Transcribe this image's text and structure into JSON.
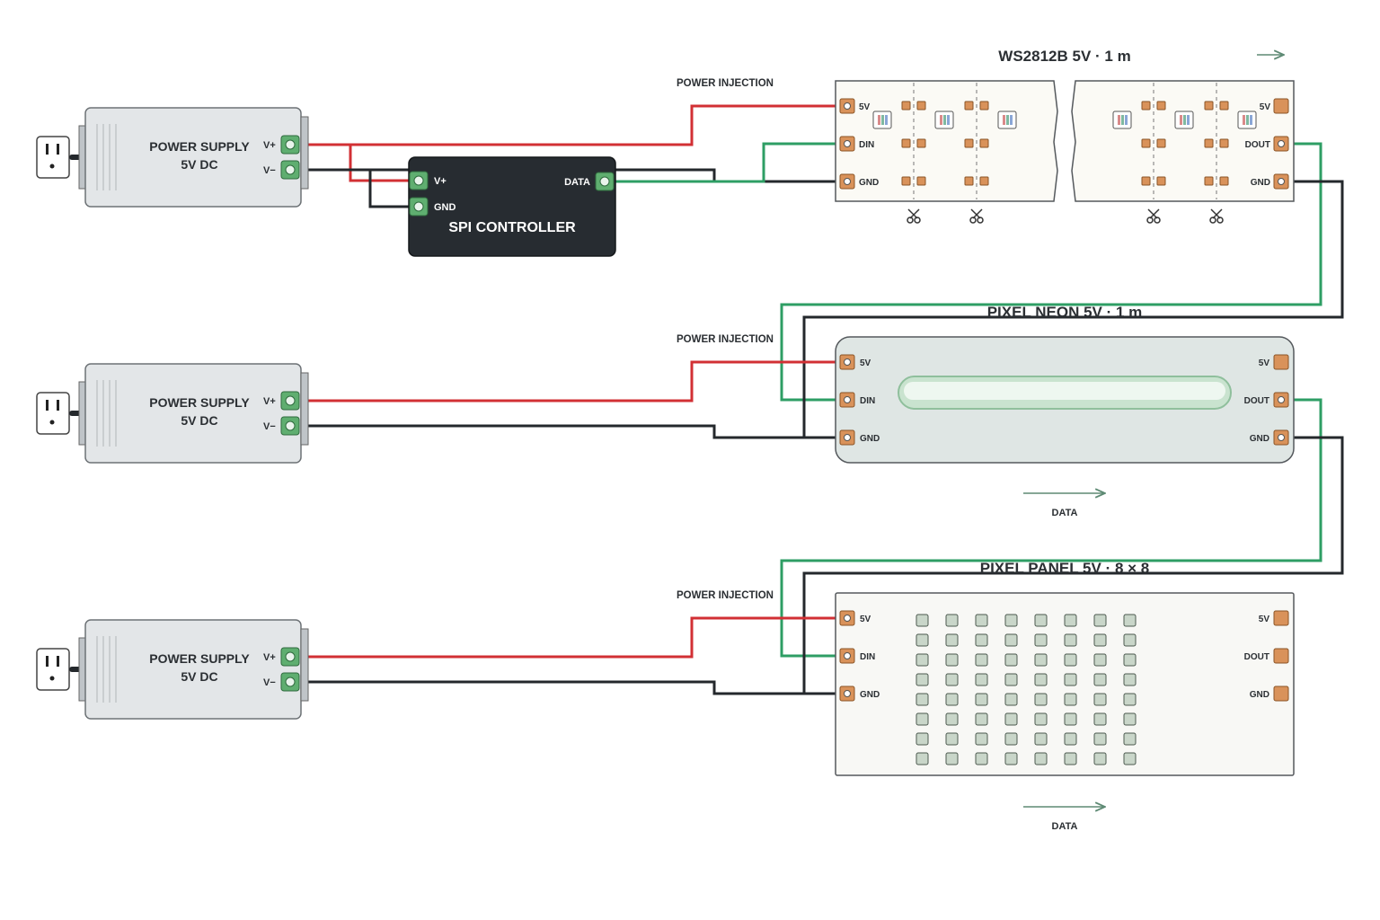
{
  "colors": {
    "power": "#d23034",
    "ground": "#24282c",
    "data": "#2e9e64",
    "pad": "#d9925a",
    "terminal": "#5fae70"
  },
  "power_supplies": [
    {
      "line1": "POWER SUPPLY",
      "line2": "5V DC",
      "vplus": "V+",
      "vminus": "V−"
    },
    {
      "line1": "POWER SUPPLY",
      "line2": "5V DC",
      "vplus": "V+",
      "vminus": "V−"
    },
    {
      "line1": "POWER SUPPLY",
      "line2": "5V DC",
      "vplus": "V+",
      "vminus": "V−"
    }
  ],
  "controller": {
    "title": "SPI CONTROLLER",
    "vplus": "V+",
    "gnd": "GND",
    "data": "DATA"
  },
  "injection_labels": [
    "POWER INJECTION",
    "POWER INJECTION",
    "POWER INJECTION"
  ],
  "strip": {
    "title": "WS2812B 5V · 1 m",
    "in_pads": [
      "5V",
      "DIN",
      "GND"
    ],
    "out_pads": [
      "5V",
      "DOUT",
      "GND"
    ]
  },
  "neon": {
    "title": "PIXEL NEON 5V · 1 m",
    "in_pads": [
      "5V",
      "DIN",
      "GND"
    ],
    "out_pads": [
      "5V",
      "DOUT",
      "GND"
    ],
    "direction_label": "DATA"
  },
  "panel": {
    "title": "PIXEL PANEL 5V · 8 × 8",
    "in_pads": [
      "5V",
      "DIN",
      "GND"
    ],
    "out_pads": [
      "5V",
      "DOUT",
      "GND"
    ],
    "direction_label": "DATA"
  },
  "icons": [
    "outlet-icon",
    "scissors-icon",
    "arrow-right-icon",
    "led-chip-icon"
  ]
}
